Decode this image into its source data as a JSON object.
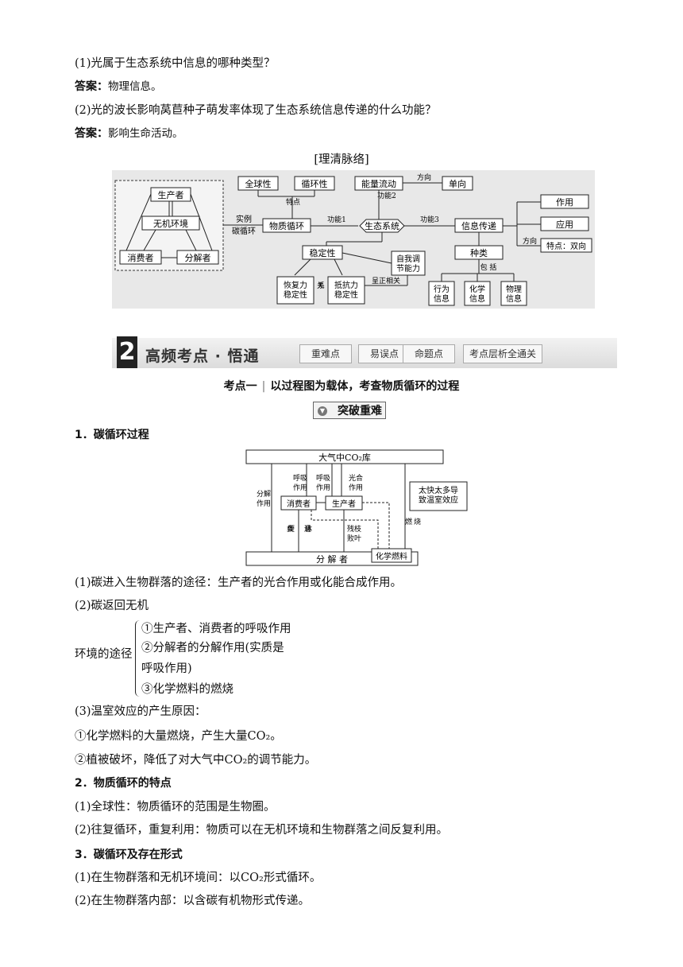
{
  "qa": {
    "q1": "(1)光属于生态系统中信息的哪种类型？",
    "a1_label": "答案：",
    "a1": "物理信息。",
    "q2": "(2)光的波长影响莴苣种子萌发率体现了生态系统信息传递的什么功能？",
    "a2_label": "答案：",
    "a2": "影响生命活动。"
  },
  "outline_title": "[理清脉络]",
  "concept_map": {
    "producer": "生产者",
    "abiotic": "无机环境",
    "consumer": "消费者",
    "decomposer": "分解者",
    "example": "实例",
    "carbon_cycle": "碳循环",
    "global": "全球性",
    "cyclic": "循环性",
    "feature": "特点",
    "material_cycle": "物质循环",
    "function1": "功能1",
    "ecosystem": "生态系统",
    "energy_flow": "能量流动",
    "function2": "功能2",
    "direction": "方向",
    "one_way": "单向",
    "function3": "功能3",
    "info_transfer": "信息传递",
    "role": "作用",
    "application": "应用",
    "direction2": "方向",
    "feature_two_way": "特点：双向",
    "kinds": "种类",
    "include": "包  括",
    "behavior_info": "行为信息",
    "chemical_info": "化学信息",
    "physical_info": "物理信息",
    "stability": "稳定性",
    "self_regulation": "自我调节能力",
    "positive_corr": "呈正相关",
    "resilience": "恢复力稳定性",
    "relation": "关系",
    "resistance": "抵抗力稳定性"
  },
  "banner": {
    "number": "2",
    "title": "高频考点 · 悟通",
    "tabs": [
      "重难点",
      "易误点",
      "命题点",
      "考点层析全通关"
    ]
  },
  "topic": {
    "label": "考点一",
    "text": "以过程图为载体，考查物质循环的过程"
  },
  "breakthrough": "突破重难",
  "section1": "1．碳循环过程",
  "carbon_diagram": {
    "atmosphere": "大气中CO₂库",
    "respiration": "呼吸作用",
    "photosynthesis": "光合作用",
    "decomposition": "分解作用",
    "consumer": "消费者",
    "producer": "生产者",
    "feces": "粪便",
    "remains": "遗体",
    "litter": "残枝败叶",
    "fossil_fuel": "化学燃料",
    "decomposer": "分  解  者",
    "greenhouse": "太快太多导致温室效应",
    "burning": "燃烧"
  },
  "body": {
    "p1": "(1)碳进入生物群落的途径：生产者的光合作用或化能合成作用。",
    "p2": "(2)碳返回无机",
    "p2_prefix": "环境的途径",
    "p2_items": [
      "①生产者、消费者的呼吸作用",
      "②分解者的分解作用(实质是",
      "呼吸作用)",
      "③化学燃料的燃烧"
    ],
    "p3": "(3)温室效应的产生原因：",
    "p4": "①化学燃料的大量燃烧，产生大量CO₂。",
    "p5": "②植被破坏，降低了对大气中CO₂的调节能力。",
    "s2": "2．物质循环的特点",
    "p6": "(1)全球性：物质循环的范围是生物圈。",
    "p7": "(2)往复循环，重复利用：物质可以在无机环境和生物群落之间反复利用。",
    "s3": "3．碳循环及存在形式",
    "p8": "(1)在生物群落和无机环境间：以CO₂形式循环。",
    "p9": "(2)在生物群落内部：以含碳有机物形式传递。"
  }
}
